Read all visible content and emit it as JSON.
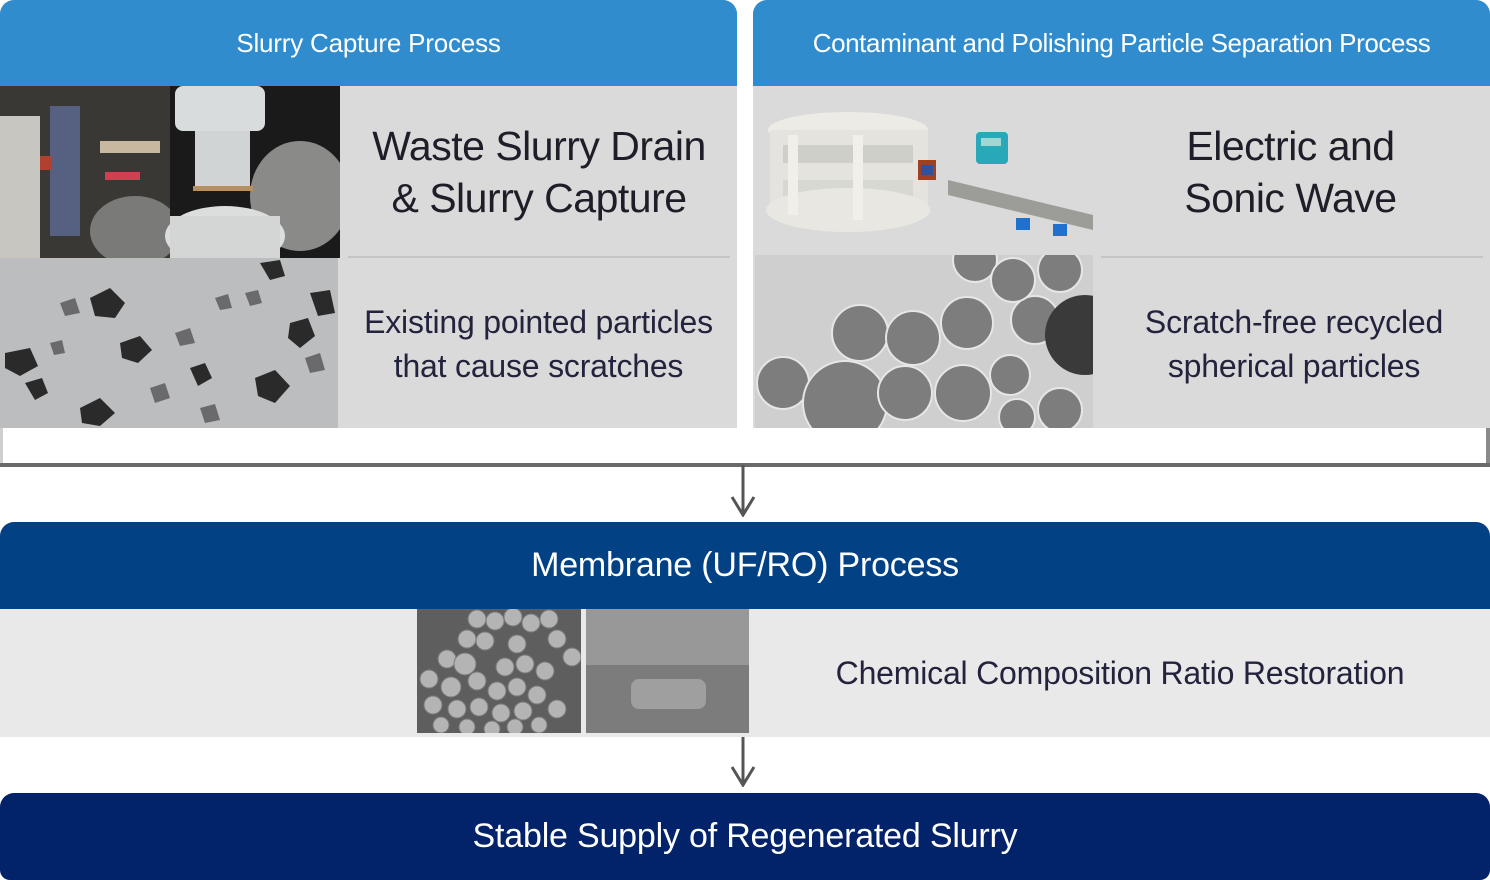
{
  "left_panel": {
    "header": "Slurry Capture Process",
    "title_lines": [
      "Waste Slurry Drain",
      "& Slurry Capture"
    ],
    "desc_lines": [
      "Existing pointed particles",
      "that cause scratches"
    ],
    "images": [
      "equipment-photo",
      "angular-particles-micrograph"
    ]
  },
  "right_panel": {
    "header": "Contaminant and Polishing Particle Separation Process",
    "title_lines": [
      "Electric and",
      "Sonic Wave"
    ],
    "desc_lines": [
      "Scratch-free recycled",
      "spherical particles"
    ],
    "images": [
      "separator-and-flowmeter-photo",
      "spherical-particles-micrograph"
    ]
  },
  "membrane": {
    "header": "Membrane (UF/RO) Process",
    "desc": "Chemical Composition Ratio Restoration",
    "images": [
      "sem-particles-micrograph",
      "membrane-cross-section-micrograph"
    ]
  },
  "final": {
    "label": "Stable Supply of Regenerated Slurry"
  },
  "colors": {
    "process_header": "#308ccd",
    "membrane_header": "#034185",
    "final_bar": "#02226a",
    "panel_bg": "#dadada",
    "band_bg": "#e9e9e9",
    "arrow": "#555555"
  }
}
